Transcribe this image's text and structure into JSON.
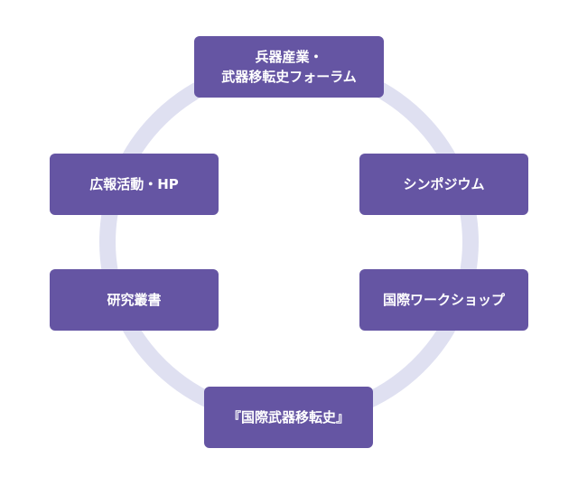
{
  "colors": {
    "node_fill": "#6555a3",
    "node_text": "#ffffff",
    "ring": "#dfe0f1",
    "background": "#ffffff"
  },
  "nodes": {
    "top": {
      "line1": "兵器産業・",
      "line2": "武器移転史フォーラム"
    },
    "left1": {
      "label": "広報活動・HP"
    },
    "right1": {
      "label": "シンポジウム"
    },
    "left2": {
      "label": "研究叢書"
    },
    "right2": {
      "label": "国際ワークショップ"
    },
    "bottom": {
      "label": "『国際武器移転史』"
    }
  }
}
